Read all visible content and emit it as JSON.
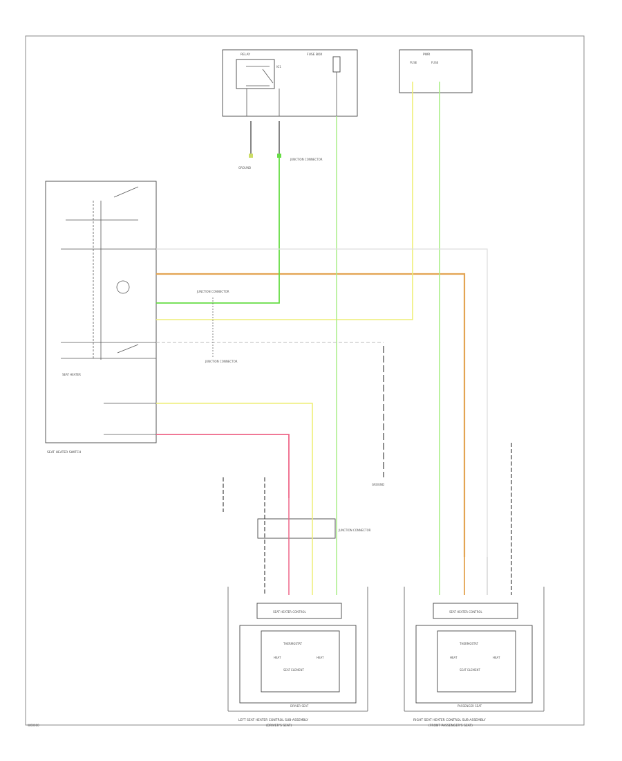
{
  "labels": {
    "seat_heater_switch": "SEAT HEATER SWITCH",
    "driver_seat_assembly": "DRIVER SEAT",
    "passenger_seat_assembly": "PASSENGER SEAT",
    "left_seat_assembly": "LEFT SEAT HEATER CONTROL SUB-ASSEMBLY",
    "left_seat_assembly_2": "(DRIVER'S SEAT)",
    "right_seat_assembly": "RIGHT SEAT HEATER CONTROL SUB-ASSEMBLY",
    "right_seat_assembly_2": "(FRONT PASSENGER'S SEAT)",
    "control_box_left": "SEAT HEATER CONTROL",
    "control_box_right": "SEAT HEATER CONTROL",
    "thermostat": "THERMOSTAT",
    "seat_element": "SEAT ELEMENT",
    "heater_row_left_l": "HEAT",
    "heater_row_left_r": "HEAT",
    "junction_connector_top": "JUNCTION CONNECTOR",
    "junction_connector_mid": "JUNCTION CONNECTOR",
    "junction_connector_low": "JUNCTION CONNECTOR",
    "junction_connector_right": "JUNCTION CONNECTOR",
    "ground_1": "GROUND",
    "ground_2": "GROUND",
    "relay_box": "RELAY",
    "fuse_box": "FUSE BOX",
    "ig_label": "IG1",
    "pwr_label": "PWR",
    "footer": "W00000"
  },
  "wire_colors": {
    "green": "#66dd44",
    "light_green": "#aaee88",
    "yellow": "#eeee66",
    "orange": "#e3a452",
    "pink": "#ee6688",
    "magenta": "#cc77dd",
    "gray": "#cccccc"
  }
}
